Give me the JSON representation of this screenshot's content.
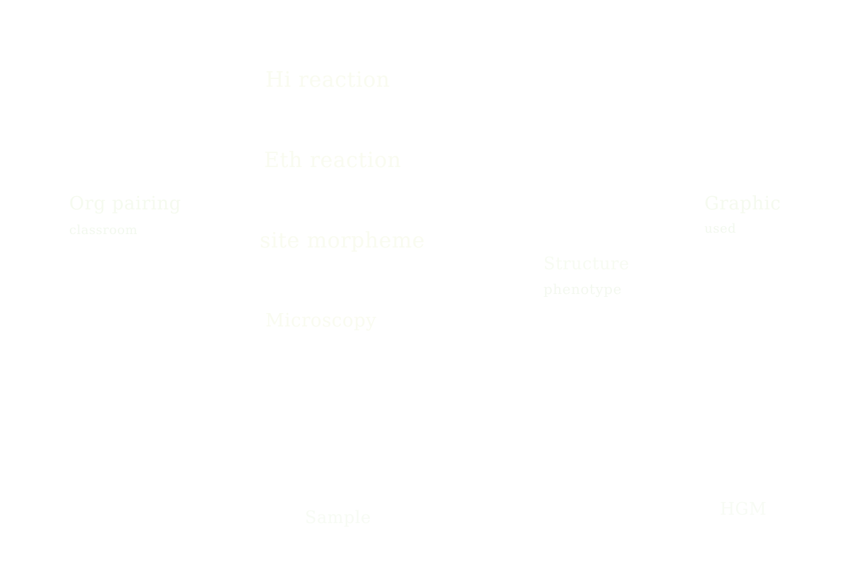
{
  "center_column": {
    "items": [
      {
        "label": "Hi reaction"
      },
      {
        "label": "Eth reaction"
      },
      {
        "label": "site morpheme"
      },
      {
        "label": "Microscopy"
      }
    ]
  },
  "left_node": {
    "title": "Org pairing",
    "subtitle": "classroom"
  },
  "right_node": {
    "title": "Graphic",
    "subtitle": "used"
  },
  "middle_node": {
    "title": "Structure",
    "subtitle": "phenotype"
  },
  "footer": {
    "left_label": "Sample",
    "right_label": "HGM"
  }
}
